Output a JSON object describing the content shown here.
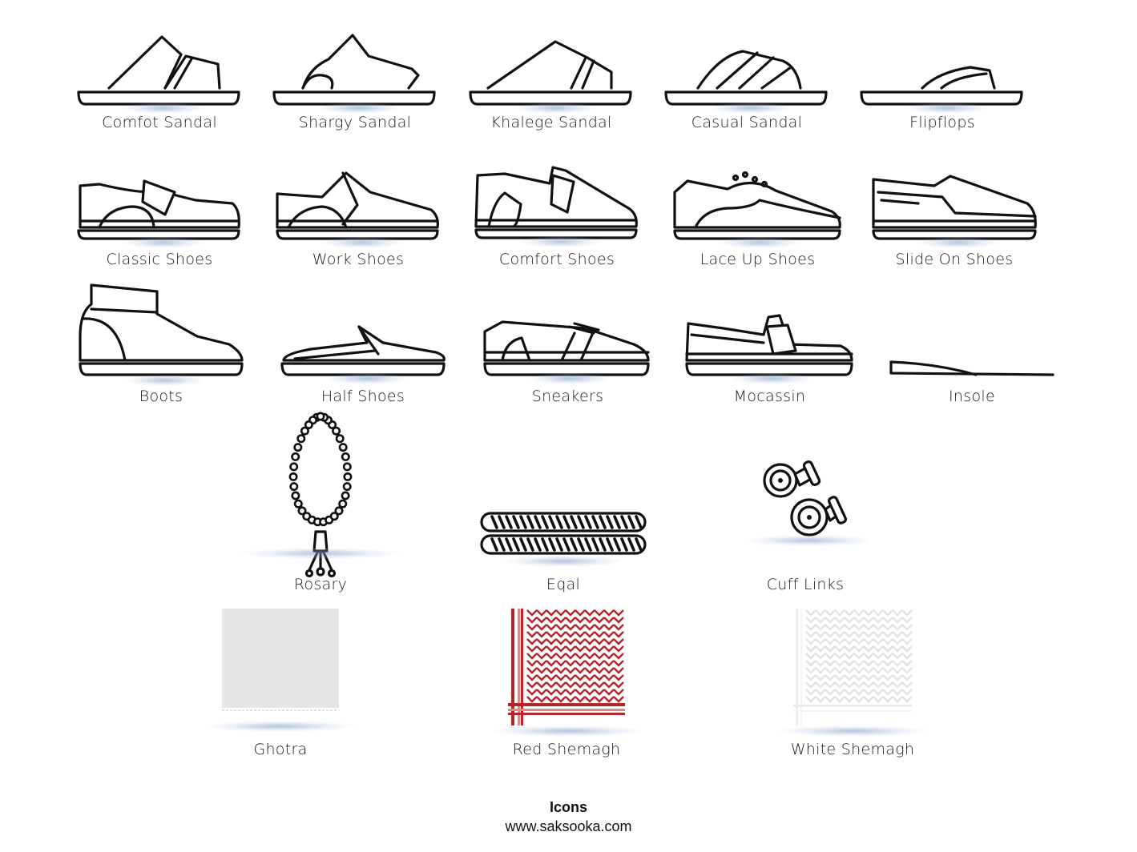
{
  "items": [
    {
      "label": "Comfot Sandal",
      "icon": "comfort-sandal-icon"
    },
    {
      "label": "Shargy Sandal",
      "icon": "shargy-sandal-icon"
    },
    {
      "label": "Khalege Sandal",
      "icon": "khalege-sandal-icon"
    },
    {
      "label": "Casual Sandal",
      "icon": "casual-sandal-icon"
    },
    {
      "label": "Flipflops",
      "icon": "flipflops-icon"
    },
    {
      "label": "Classic Shoes",
      "icon": "classic-shoes-icon"
    },
    {
      "label": "Work Shoes",
      "icon": "work-shoes-icon"
    },
    {
      "label": "Comfort Shoes",
      "icon": "comfort-shoes-icon"
    },
    {
      "label": "Lace Up Shoes",
      "icon": "lace-up-shoes-icon"
    },
    {
      "label": "Slide On Shoes",
      "icon": "slide-on-shoes-icon"
    },
    {
      "label": "Boots",
      "icon": "boots-icon"
    },
    {
      "label": "Half Shoes",
      "icon": "half-shoes-icon"
    },
    {
      "label": "Sneakers",
      "icon": "sneakers-icon"
    },
    {
      "label": "Mocassin",
      "icon": "mocassin-icon"
    },
    {
      "label": "Insole",
      "icon": "insole-icon"
    },
    {
      "label": "Rosary",
      "icon": "rosary-icon"
    },
    {
      "label": "Eqal",
      "icon": "eqal-icon"
    },
    {
      "label": "Cuff Links",
      "icon": "cuff-links-icon"
    },
    {
      "label": "Ghotra",
      "icon": "ghotra-icon"
    },
    {
      "label": "Red Shemagh",
      "icon": "red-shemagh-icon"
    },
    {
      "label": "White Shemagh",
      "icon": "white-shemagh-icon"
    }
  ],
  "colors": {
    "stroke": "#111111",
    "shemagh_red": "#b3262b",
    "ghotra_gray": "#e6e6e6",
    "shadow": "#8fa8c8"
  },
  "footer": {
    "title": "Icons",
    "url": "www.saksooka.com"
  }
}
